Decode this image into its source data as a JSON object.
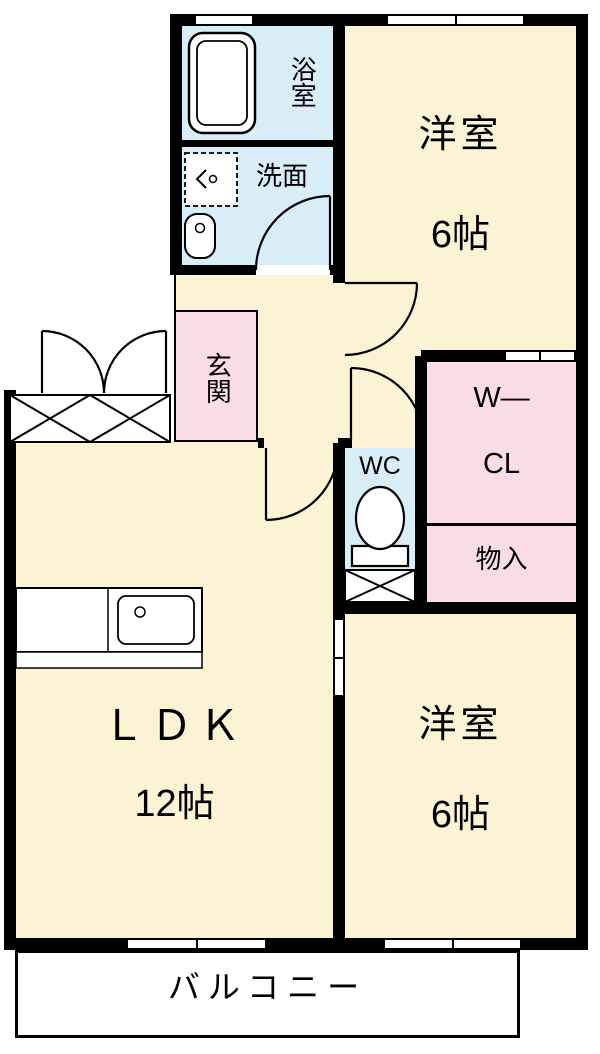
{
  "colors": {
    "room_cream": "#FCF3D5",
    "wet_area_blue": "#D8EDF7",
    "closet_pink": "#FADCE6",
    "wall_black": "#000000"
  },
  "rooms": {
    "bath": {
      "label": "浴室"
    },
    "washroom": {
      "label": "洗面"
    },
    "bedroom_top": {
      "label": "洋室",
      "size": "6帖"
    },
    "entrance": {
      "label": "玄関"
    },
    "wc": {
      "label": "WC"
    },
    "walkin_closet": {
      "label_line1": "W―",
      "label_line2": "CL"
    },
    "storage": {
      "label": "物入"
    },
    "ldk": {
      "label": "ＬＤＫ",
      "size": "12帖"
    },
    "bedroom_bottom": {
      "label": "洋室",
      "size": "6帖"
    },
    "balcony": {
      "label": "バルコニー"
    }
  }
}
